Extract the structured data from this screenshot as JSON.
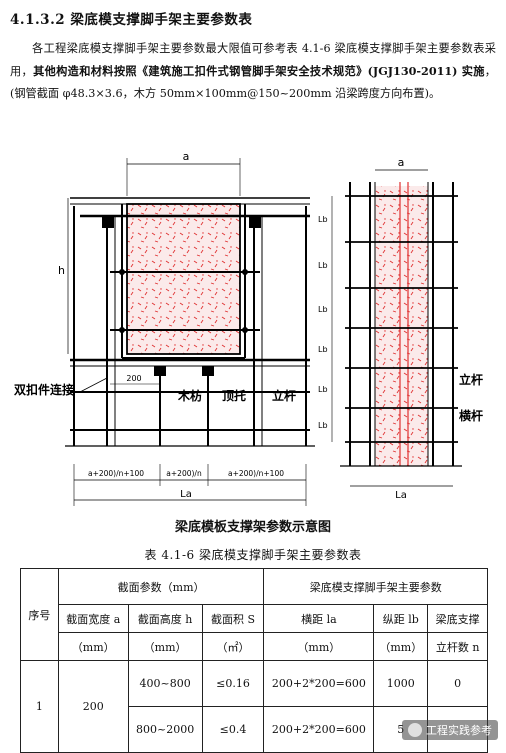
{
  "heading": "4.1.3.2 梁底模支撑脚手架主要参数表",
  "paragraph": {
    "normal1": "各工程梁底模支撑脚手架主要参数最大限值可参考表 4.1-6 梁底模支撑脚手架主要参数表采用，",
    "bold": "其他构造和材料按照《建筑施工扣件式钢管脚手架安全技术规范》(JGJ130-2011) 实施",
    "normal2": "，(钢管截面 φ48.3×3.6，木方 50mm×100mm@150~200mm 沿梁跨度方向布置)。"
  },
  "figure": {
    "title": "梁底模板支撑架参数示意图",
    "left": {
      "dim_a": "a",
      "dim_h": "h",
      "dim_200": "200",
      "dim_la": "La",
      "bot1": "a+200)/n+100",
      "bot2": "a+200)/n",
      "bot3": "a+200)/n+100",
      "label_double": "双扣件连接",
      "label_wood": "木枋",
      "label_top": "顶托",
      "label_pole": "立杆"
    },
    "right": {
      "dim_a": "a",
      "lb": "Lb",
      "dim_la": "La",
      "label_pole": "立杆",
      "label_bar": "横杆"
    }
  },
  "table": {
    "caption": "表 4.1-6  梁底模支撑脚手架主要参数表",
    "h_seq": "序号",
    "h_section": "截面参数（mm）",
    "h_params": "梁底模支撑脚手架主要参数",
    "h_width": "截面宽度 a",
    "h_width_u": "（mm）",
    "h_height": "截面高度 h",
    "h_height_u": "（mm）",
    "h_area": "截面积 S",
    "h_area_u": "（㎡）",
    "h_hspace": "横距 la",
    "h_hspace_u": "（mm）",
    "h_vspace": "纵距 lb",
    "h_vspace_u": "（mm）",
    "h_poles": "梁底支撑",
    "h_poles2": "立杆数 n",
    "rows": [
      {
        "seq": "1",
        "width": "200",
        "height": "400~800",
        "area": "≤0.16",
        "hspace": "200+2*200=600",
        "vspace": "1000",
        "poles": "0"
      },
      {
        "height": "800~2000",
        "area": "≤0.4",
        "hspace": "200+2*200=600",
        "vspace": "5",
        "poles": ""
      }
    ]
  },
  "watermark": "工程实践参考"
}
